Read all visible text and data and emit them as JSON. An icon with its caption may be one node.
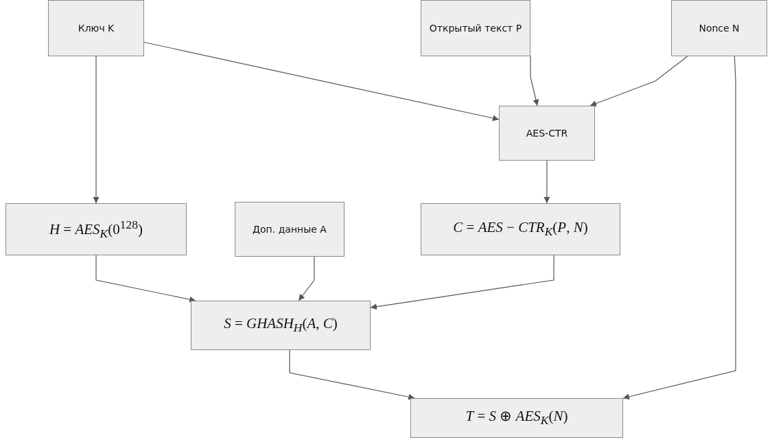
{
  "diagram": {
    "nodes": [
      {
        "text": [
          "Ключ K"
        ]
      },
      {
        "text": [
          "Открытый текст P"
        ]
      },
      {
        "text": [
          "Nonce N"
        ]
      },
      {
        "text": [
          "AES-CTR"
        ]
      },
      {
        "text": [
          "*H* = *AES*$_{K}$(0$^{128}$)"
        ]
      },
      {
        "text": [
          "Доп. данные A"
        ]
      },
      {
        "text": [
          "*C* = *AES* − *CTR*$_{K}$(*P*, *N*)"
        ]
      },
      {
        "text": [
          "*S* = *GHASH*$_{H}$(*A*, *C*)"
        ]
      },
      {
        "text": [
          "*T* = *S* ⊕ *AES*$_{K}$(*N*)"
        ]
      }
    ],
    "edges": [
      {
        "from": 0,
        "to": 3,
        "arrow": "to"
      },
      {
        "from": 1,
        "to": 3,
        "arrow": "to"
      },
      {
        "from": 2,
        "to": 3,
        "arrow": "to"
      },
      {
        "from": 0,
        "to": 4,
        "arrow": "to"
      },
      {
        "from": 3,
        "to": 6,
        "arrow": "to"
      },
      {
        "from": 4,
        "to": 7,
        "arrow": "to"
      },
      {
        "from": 5,
        "to": 7,
        "arrow": "to"
      },
      {
        "from": 6,
        "to": 7,
        "arrow": "to"
      },
      {
        "from": 7,
        "to": 8,
        "arrow": "to"
      },
      {
        "from": 2,
        "to": 8,
        "arrow": "to"
      }
    ]
  }
}
